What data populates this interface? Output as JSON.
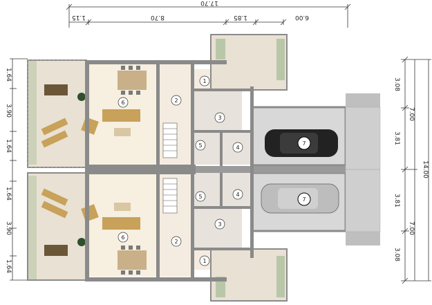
{
  "dimensions": {
    "top_total": "17.70",
    "top_segments": [
      "1.15",
      "8.70",
      "1.85",
      "6.00"
    ],
    "right_segments": [
      "3.08",
      "3.81",
      "3.81",
      "3.08"
    ],
    "right_sub": [
      "7.00",
      "7.00"
    ],
    "right_total": "14.00",
    "left_segments": [
      "1.64",
      "3.90",
      "1.64",
      "1.64",
      "3.90",
      "1.64"
    ]
  },
  "rooms": {
    "upper": [
      "1",
      "2",
      "3",
      "4",
      "5",
      "6",
      "7"
    ],
    "lower": [
      "1",
      "2",
      "3",
      "4",
      "5",
      "6",
      "7"
    ]
  },
  "colors": {
    "wall": "#8a8a8a",
    "floor_living": "#f7efdf",
    "floor_tiles": "#e8e2dc",
    "terrace": "#e9e1d3",
    "garage": "#d8d8d8",
    "paving": "#bfbfbf",
    "car_dark": "#222222",
    "car_light": "#bdbdbd",
    "furniture": "#c8a15a"
  }
}
